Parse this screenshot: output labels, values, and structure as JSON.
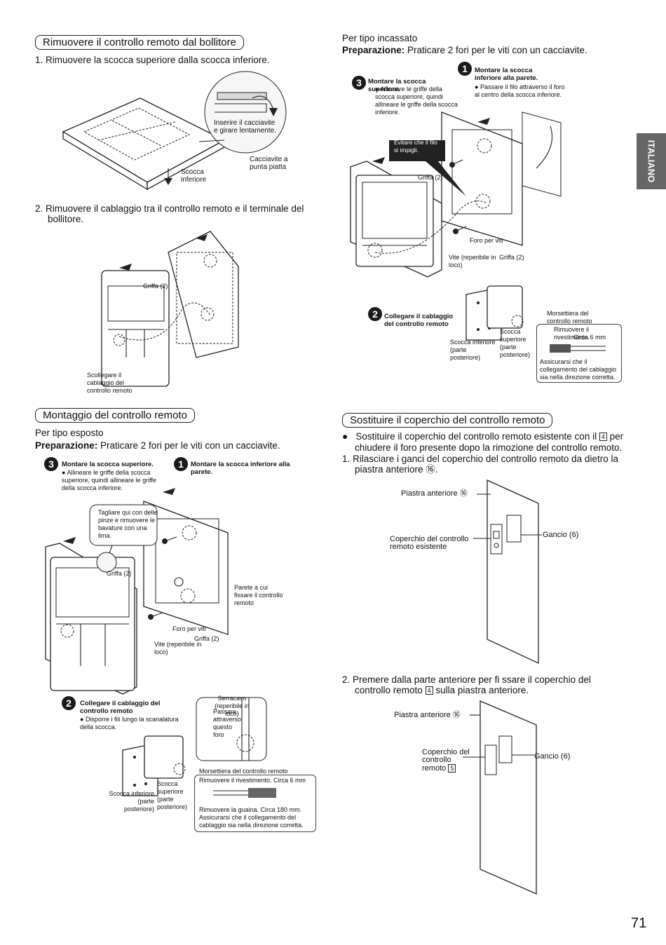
{
  "side_tab": "ITALIANO",
  "page_number": "71",
  "sec1": {
    "title": "Rimuovere il controllo remoto dal bollitore",
    "step1": "1.  Rimuovere la scocca superiore dalla scocca inferiore.",
    "lbl_insert": "Inserire il cacciavite e girare lentamente.",
    "lbl_screwdriver": "Cacciavite a punta piatta",
    "lbl_lower_case": "Scocca inferiore",
    "step2_line1": "2.  Rimuovere il cablaggio tra il controllo remoto e il terminale del",
    "step2_line2": "bollitore.",
    "lbl_griffa": "Griffa (2)",
    "lbl_disconnect": "Scollegare il cablaggio del controllo remoto"
  },
  "sec_incassato": {
    "type": "Per tipo incassato",
    "prep_label": "Preparazione:",
    "prep_text": " Praticare 2 fori per le viti con un cacciavite.",
    "step1_title": "Montare la scocca inferiore alla parete.",
    "step1_text": "Passare il filo attraverso il foro al centro della scocca inferiore.",
    "step3_title": "Montare la scocca superiore.",
    "step3_text": "Allineare le griffe della scocca superiore, quindi allineare le griffe della scocca inferiore.",
    "warn": "Evitare che il filo si impigli.",
    "lbl_griffa1": "Griffa (2)",
    "lbl_foro": "Foro per viti",
    "lbl_vite": "Vite (reperibile in loco)",
    "lbl_griffa2": "Griffa (2)",
    "step2_title": "Collegare il cablaggio del controllo remoto",
    "lbl_lower_back": "Scocca inferiore (parte posteriore)",
    "lbl_upper_back": "Scocca superiore (parte posteriore)",
    "lbl_terminal": "Morsettiera del controllo remoto",
    "box_line1": "Rimuovere il rivestimento.",
    "box_line2": "Circa 6 mm",
    "box_line3": "Assicurarsi che il collegamento del cablaggio sia nella direzione corretta."
  },
  "sec_esposto": {
    "title": "Montaggio del controllo remoto",
    "type": "Per tipo esposto",
    "prep_label": "Preparazione:",
    "prep_text": " Praticare 2 fori per le viti con un cacciavite.",
    "step3_title": "Montare la scocca superiore.",
    "step3_text": "Allineare le griffe della scocca superiore, quindi allineare le griffe della scocca inferiore.",
    "step1_title": "Montare la scocca inferiore alla parete.",
    "cut_note": "Tagliare qui con delle pinze e rimuovere le bavature con una lima.",
    "lbl_griffa1": "Griffa (2)",
    "lbl_wall": "Parete a cui fissare il controllo remoto",
    "lbl_foro": "Foro per viti",
    "lbl_vite": "Vite (reperibile in loco)",
    "lbl_griffa2": "Griffa (2)",
    "step2_title": "Collegare il cablaggio del controllo remoto",
    "step2_text": "Disporre i fili lungo la scanalatura della scocca.",
    "lbl_clamp": "Serracavo (reperibile in loco)",
    "lbl_pass": "Passare attraverso questo foro",
    "lbl_terminal": "Morsettiera del controllo remoto",
    "lbl_lower_back": "Scocca inferiore (parte posteriore)",
    "lbl_upper_back": "Scocca superiore (parte posteriore)",
    "box_line1": "Rimuovere il rivestimento. Circa 6 mm",
    "box_line2": "Rimuovere la guaina. Circa 180 mm.",
    "box_line3": "Assicurarsi che il collegamento del cablaggio sia nella direzione corretta."
  },
  "sec_cover": {
    "title": "Sostituire il coperchio del controllo remoto",
    "bullet_a": "Sostituire il coperchio del controllo remoto esistente con il",
    "ref4": "4",
    "bullet_b": "per",
    "bullet_line2": "chiudere il foro presente dopo la rimozione del controllo remoto.",
    "step1_line1": "1.  Rilasciare i ganci del coperchio del controllo remoto da dietro la",
    "step1_line2": "piastra anteriore ⑯.",
    "lbl_plate1": "Piastra anteriore ⑯",
    "lbl_existing_cover": "Coperchio del controllo remoto esistente",
    "lbl_hook1": "Gancio (6)",
    "step2_line1": "2.  Premere dalla parte anteriore per fi ssare il coperchio del",
    "step2_a": "controllo remoto",
    "ref4b": "4",
    "step2_b": "sulla piastra anteriore.",
    "lbl_plate2": "Piastra anteriore ⑯",
    "lbl_cover": "Coperchio del controllo remoto",
    "ref5": "5",
    "lbl_hook2": "Gancio (6)"
  }
}
